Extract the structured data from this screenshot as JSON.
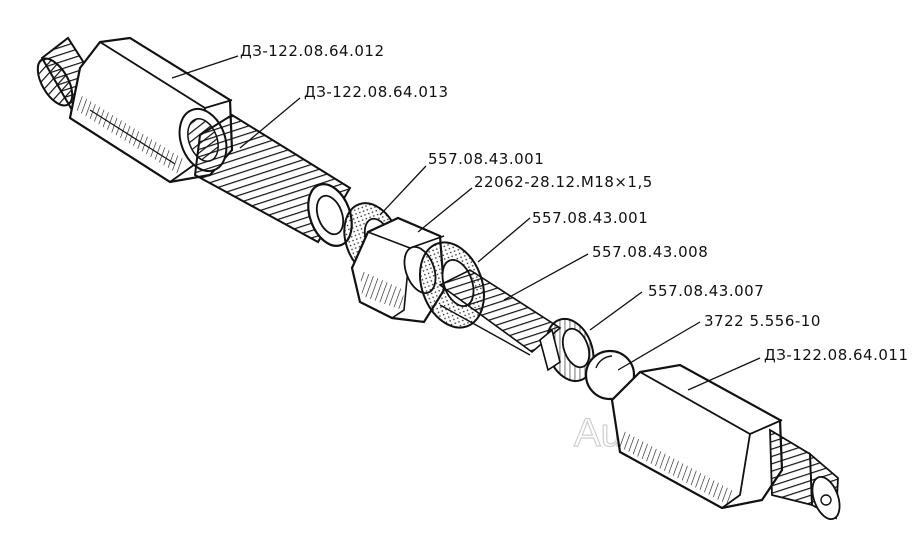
{
  "labels": {
    "fitting_left": "ДЗ-122.08.64.012",
    "threaded_sleeve": "ДЗ-122.08.64.013",
    "washer_1": "557.08.43.001",
    "nut": "22062-28.12.М18×1,5",
    "washer_2": "557.08.43.001",
    "spring": "557.08.43.008",
    "seat": "557.08.43.007",
    "ball": "3722 5.556-10",
    "fitting_right": "ДЗ-122.08.64.011"
  },
  "watermark": "AutoSoft"
}
